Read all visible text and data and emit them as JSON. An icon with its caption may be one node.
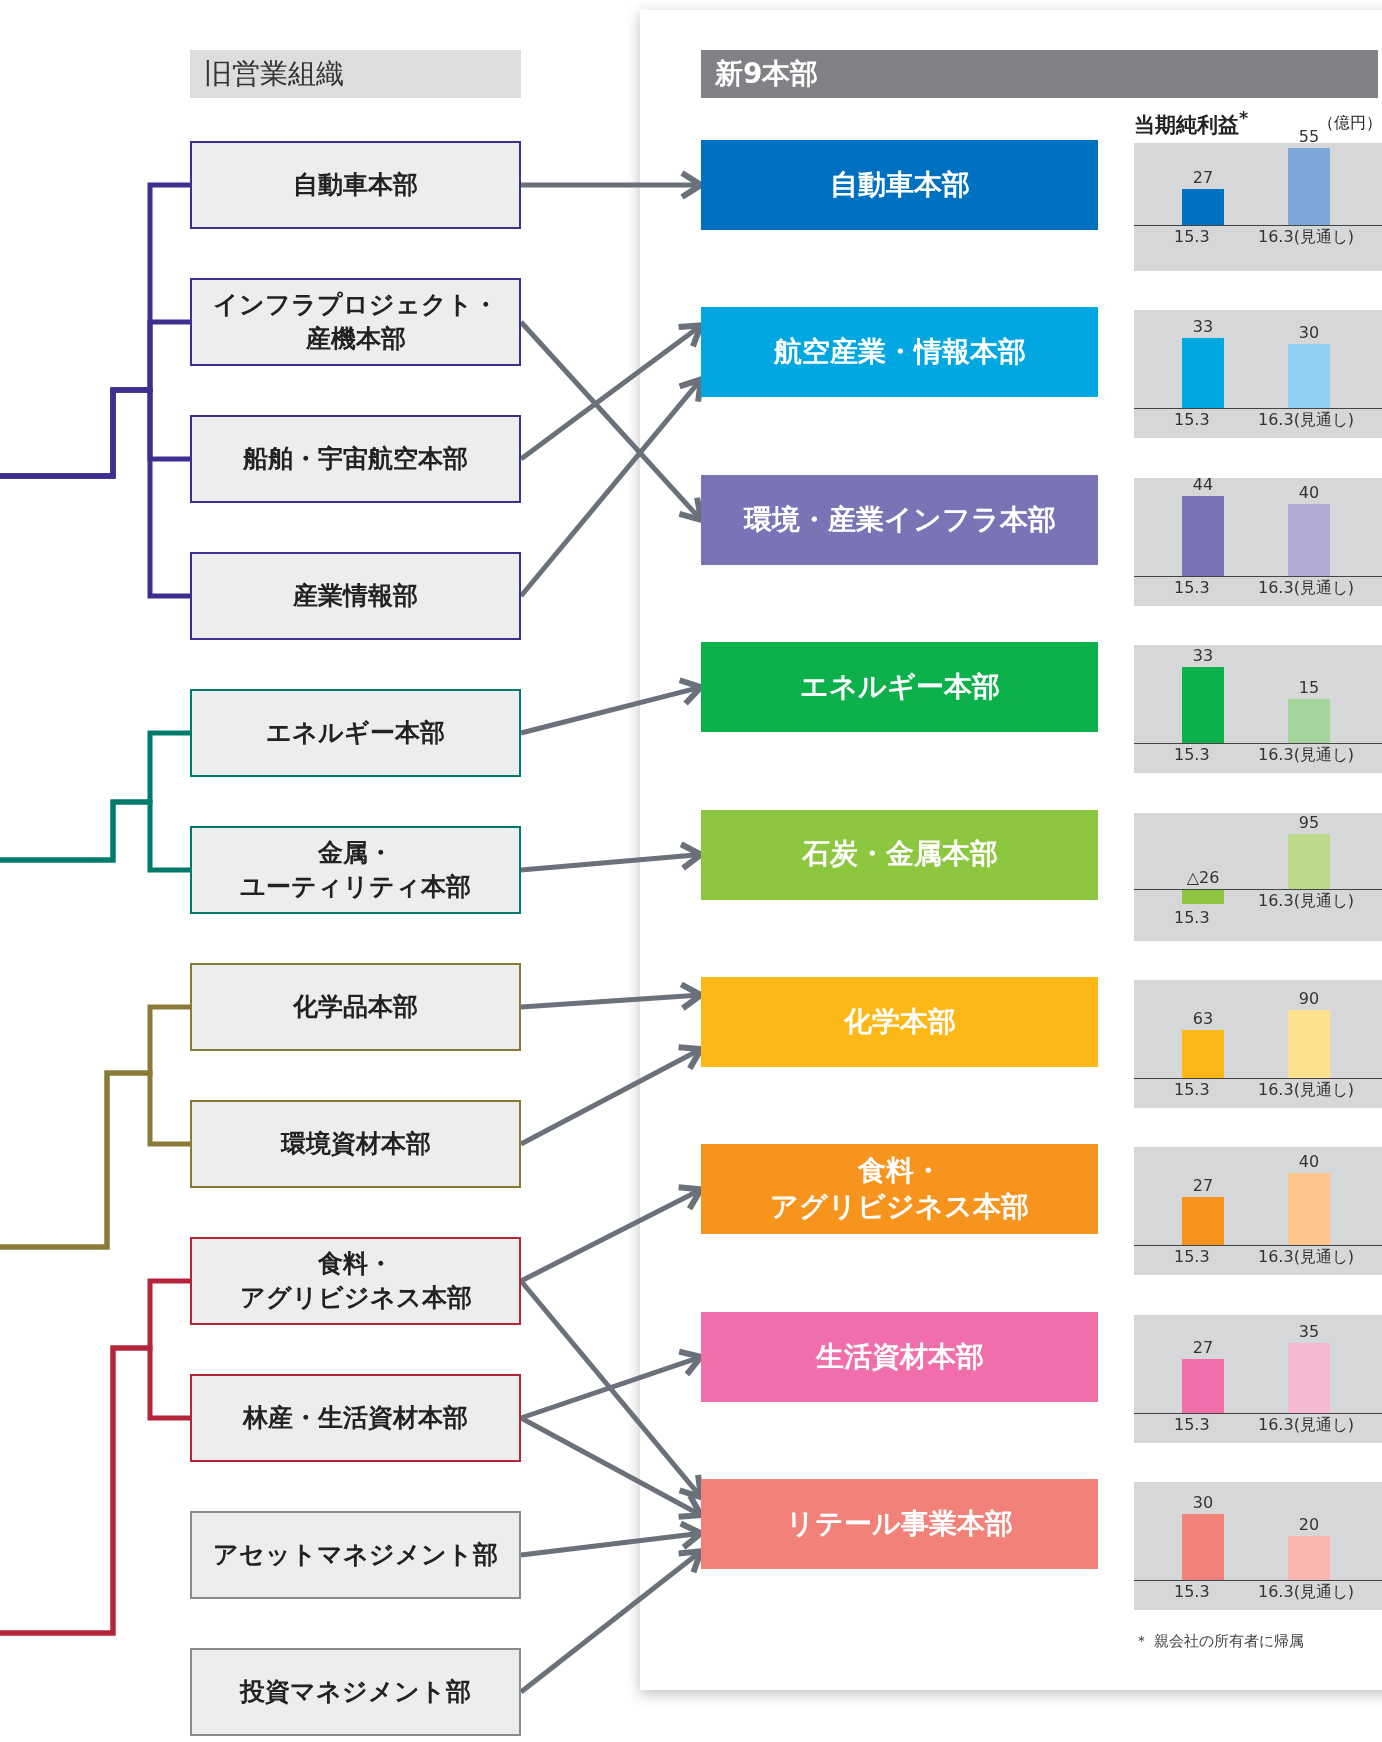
{
  "diagram": {
    "nodes": [
      {
        "text": [
          "旧営業組織"
        ]
      },
      {
        "text": [
          "自動車本部"
        ]
      },
      {
        "text": [
          "インフラプロジェクト・産機本部"
        ]
      },
      {
        "text": [
          "船舶・宇宙航空本部"
        ]
      },
      {
        "text": [
          "産業情報部"
        ]
      },
      {
        "text": [
          "エネルギー本部"
        ]
      },
      {
        "text": [
          "金属・ユーティリティ本部"
        ]
      },
      {
        "text": [
          "化学品本部"
        ]
      },
      {
        "text": [
          "環境資材本部"
        ]
      },
      {
        "text": [
          "食料・アグリビジネス本部"
        ]
      },
      {
        "text": [
          "林産・生活資材本部"
        ]
      },
      {
        "text": [
          "アセットマネジメント部"
        ]
      },
      {
        "text": [
          "投資マネジメント部"
        ]
      },
      {
        "text": [
          "新9本部"
        ]
      },
      {
        "text": [
          "自動車本部"
        ]
      },
      {
        "text": [
          "航空産業・情報本部"
        ]
      },
      {
        "text": [
          "環境・産業インフラ本部"
        ]
      },
      {
        "text": [
          "エネルギー本部"
        ]
      },
      {
        "text": [
          "石炭・金属本部"
        ]
      },
      {
        "text": [
          "化学本部"
        ]
      },
      {
        "text": [
          "食料・アグリビジネス本部"
        ]
      },
      {
        "text": [
          "生活資材本部"
        ]
      },
      {
        "text": [
          "リテール事業本部"
        ]
      }
    ],
    "edges": [
      {
        "from": 1,
        "to": 14,
        "arrow": "to"
      },
      {
        "from": 2,
        "to": 16,
        "arrow": "to"
      },
      {
        "from": 3,
        "to": 15,
        "arrow": "to"
      },
      {
        "from": 4,
        "to": 15,
        "arrow": "to"
      },
      {
        "from": 5,
        "to": 17,
        "arrow": "to"
      },
      {
        "from": 6,
        "to": 18,
        "arrow": "to"
      },
      {
        "from": 7,
        "to": 19,
        "arrow": "to"
      },
      {
        "from": 8,
        "to": 19,
        "arrow": "to"
      },
      {
        "from": 9,
        "to": 20,
        "arrow": "to"
      },
      {
        "from": 9,
        "to": 22,
        "arrow": "to"
      },
      {
        "from": 10,
        "to": 21,
        "arrow": "to"
      },
      {
        "from": 10,
        "to": 22,
        "arrow": "to"
      },
      {
        "from": 11,
        "to": 22,
        "arrow": "to"
      },
      {
        "from": 12,
        "to": 22,
        "arrow": "to"
      },
      {
        "from": null,
        "to": 1,
        "arrow": "none",
        "color": "#3d2f8f"
      },
      {
        "from": null,
        "to": 2,
        "arrow": "none",
        "color": "#3d2f8f"
      },
      {
        "from": null,
        "to": 3,
        "arrow": "none",
        "color": "#3d2f8f"
      },
      {
        "from": null,
        "to": 4,
        "arrow": "none",
        "color": "#3d2f8f"
      },
      {
        "from": null,
        "to": 5,
        "arrow": "none",
        "color": "#007a6a"
      },
      {
        "from": null,
        "to": 6,
        "arrow": "none",
        "color": "#007a6a"
      },
      {
        "from": null,
        "to": 7,
        "arrow": "none",
        "color": "#8a7a3a"
      },
      {
        "from": null,
        "to": 8,
        "arrow": "none",
        "color": "#8a7a3a"
      },
      {
        "from": null,
        "to": 9,
        "arrow": "none",
        "color": "#b5253a"
      },
      {
        "from": null,
        "to": 10,
        "arrow": "none",
        "color": "#b5253a"
      }
    ],
    "labels": [
      "当期純利益$^{*}$",
      "（億円）",
      "27",
      "55",
      "15.3",
      "16.3(見通し)",
      "33",
      "30",
      "15.3",
      "16.3(見通し)",
      "44",
      "40",
      "15.3",
      "16.3(見通し)",
      "33",
      "15",
      "15.3",
      "16.3(見通し)",
      "△26",
      "95",
      "15.3",
      "16.3(見通し)",
      "63",
      "90",
      "15.3",
      "16.3(見通し)",
      "27",
      "40",
      "15.3",
      "16.3(見通し)",
      "27",
      "35",
      "15.3",
      "16.3(見通し)",
      "30",
      "20",
      "15.3",
      "16.3(見通し)",
      "＊ 親会社の所有者に帰属"
    ]
  }
}
